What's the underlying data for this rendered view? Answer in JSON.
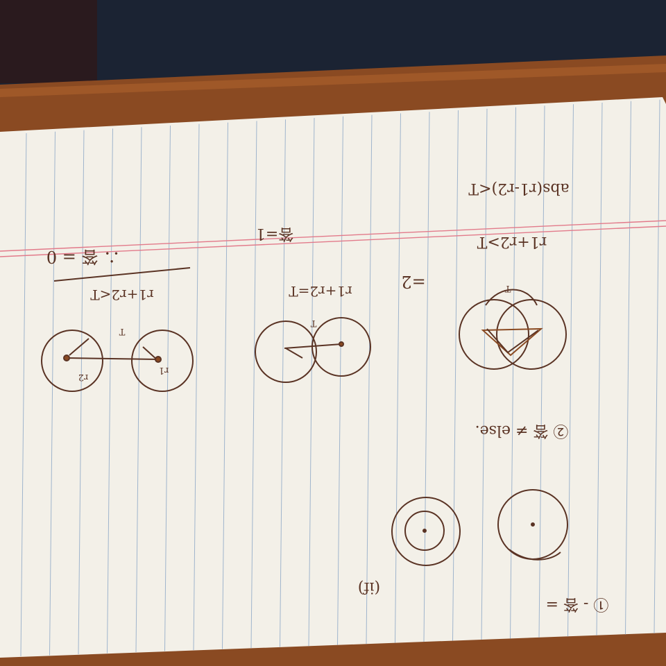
{
  "photo": {
    "subject": "handwritten notebook page photographed upside down on a wooden desk",
    "colors": {
      "background": "#1b2333",
      "desk": "#8a4a22",
      "paper": "#f3f0e8",
      "rule_line": "#9fb4cc",
      "margin_line": "#e27a8a",
      "ink": "#5a3324"
    }
  },
  "notes": {
    "abs_condition": "abs(r1-r2)<T",
    "sum_condition": "r1+r2>T",
    "two_points_label": "=2",
    "tangent_condition": "r1+r2=T",
    "tangent_result": "答=1",
    "outside_condition": "r1+r2<T",
    "outside_result": "∴ 答 = 0",
    "case_label": "② 答 ≠ else.",
    "concentric_case": "① - 答 =",
    "concentric_tag": "(if)",
    "circle_labels": [
      "r1",
      "r2",
      "T"
    ]
  }
}
